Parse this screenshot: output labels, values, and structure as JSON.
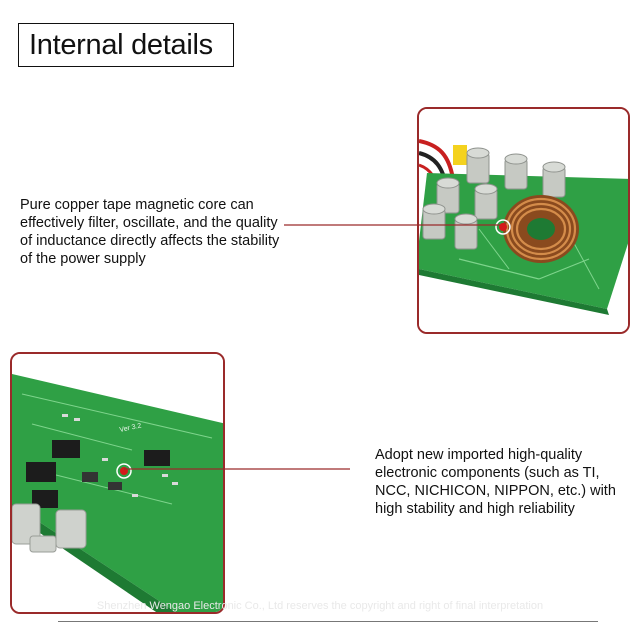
{
  "title": "Internal details",
  "sections": [
    {
      "description": "Pure copper tape magnetic core can effectively filter, oscillate, and the quality of inductance directly affects the stability of the power supply"
    },
    {
      "description": "Adopt new imported high-quality electronic components (such as TI, NCC, NICHICON, NIPPON, etc.) with high stability and high reliability",
      "board_silkscreen": "VER 3.2"
    }
  ],
  "footer": "Shenzhen Wengao Electronic Co., Ltd reserves the copyright and right of final interpretation",
  "colors": {
    "accent": "#9a2a2a",
    "callout_dot": "#d41a1a",
    "pcb_green": "#2fa045"
  }
}
